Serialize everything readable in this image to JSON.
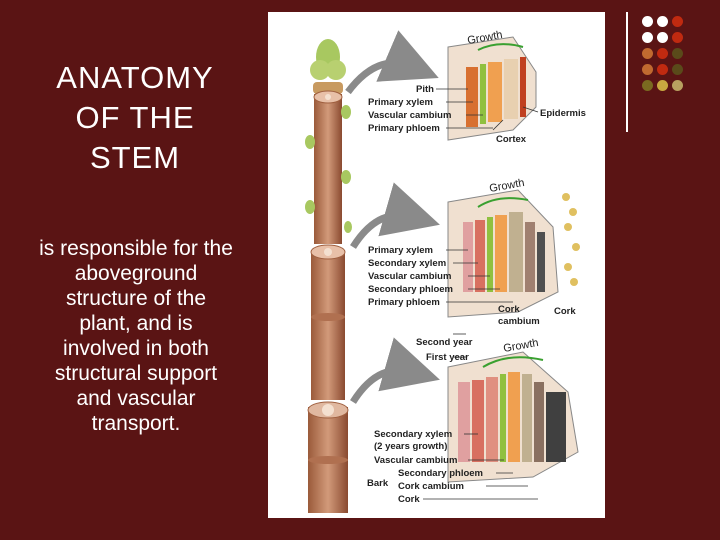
{
  "title": "ANATOMY\nOF THE\nSTEM",
  "body": "is responsible for the aboveground structure of the plant, and is involved in both structural support and vascular transport.",
  "colors": {
    "background": "#5a1414",
    "text": "#ffffff",
    "dots": [
      "#ffffff",
      "#ffffff",
      "#c02a10",
      "#ffffff",
      "#ffffff",
      "#c02a10",
      "#c06a30",
      "#c02a10",
      "#5a4a1a",
      "#c06a30",
      "#c02a10",
      "#5a4a1a",
      "#7a6a20",
      "#c8a840",
      "#b8a060"
    ]
  },
  "figure": {
    "panel1": {
      "growth": "Growth",
      "pith": "Pith",
      "primary_xylem": "Primary xylem",
      "vascular_cambium": "Vascular cambium",
      "primary_phloem": "Primary phloem",
      "epidermis": "Epidermis",
      "cortex": "Cortex"
    },
    "panel2": {
      "growth": "Growth",
      "primary_xylem": "Primary xylem",
      "secondary_xylem": "Secondary xylem",
      "vascular_cambium": "Vascular cambium",
      "secondary_phloem": "Secondary phloem",
      "primary_phloem": "Primary phloem",
      "cork_cambium": "Cork\ncambium",
      "cork": "Cork"
    },
    "panel3": {
      "second_year": "Second year",
      "first_year": "First year",
      "growth": "Growth",
      "secondary_xylem": "Secondary xylem\n(2 years growth)",
      "vascular_cambium": "Vascular cambium",
      "secondary_phloem": "Secondary phloem",
      "bark": "Bark",
      "cork_cambium": "Cork cambium",
      "cork": "Cork"
    }
  }
}
